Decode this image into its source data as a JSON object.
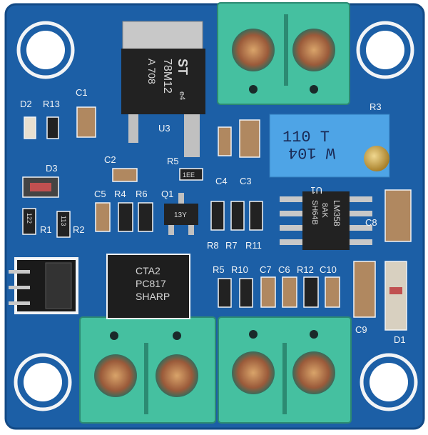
{
  "colors": {
    "board": "#1c5fa6",
    "silkscreen": "#f2f4f6",
    "terminal": "#45c0a0",
    "potentiometer": "#4ea4e6",
    "ic": "#222222",
    "brass": "#c9a24a"
  },
  "regulator": {
    "logo": "ST",
    "part": "78M12",
    "lot": "A 708",
    "mark": "e4",
    "ref": "U3"
  },
  "potentiometer": {
    "ref": "R3",
    "line1": "110 T",
    "line2": "W 104"
  },
  "opamp": {
    "ref": "U1",
    "part": "LM358",
    "line2": "8AK",
    "line3": "SH64B"
  },
  "optocoupler": {
    "line1": "CTA2",
    "line2": "PC817",
    "line3": "SHARP"
  },
  "transistor": {
    "ref": "Q1",
    "mark": "13Y"
  },
  "labels": {
    "d2": "D2",
    "r13": "R13",
    "c1": "C1",
    "c2": "C2",
    "r5top": "R5",
    "d3": "D3",
    "c5": "C5",
    "r4": "R4",
    "r6": "R6",
    "r1": "R1",
    "r2": "R2",
    "c4": "C4",
    "c3": "C3",
    "c8": "C8",
    "r8": "R8",
    "r7": "R7",
    "r11": "R11",
    "r5": "R5",
    "r10": "R10",
    "c7": "C7",
    "c6": "C6",
    "r12": "R12",
    "c10": "C10",
    "c9": "C9",
    "d1": "D1"
  },
  "resistor_marks": {
    "r5": "1EE",
    "r1": "122",
    "r2": "113"
  }
}
